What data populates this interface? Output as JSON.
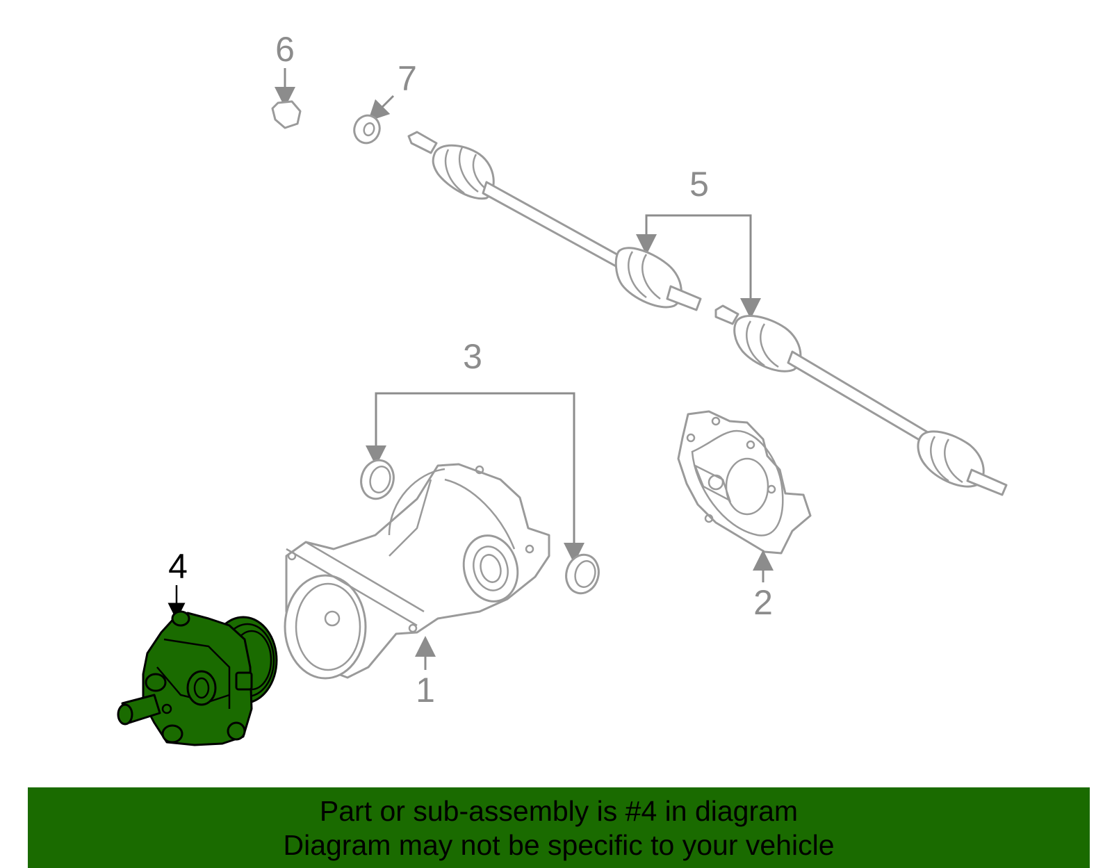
{
  "diagram": {
    "callouts": {
      "c1": "1",
      "c2": "2",
      "c3": "3",
      "c4": "4",
      "c5": "5",
      "c6": "6",
      "c7": "7"
    },
    "highlighted_part": "4",
    "colors": {
      "highlight_fill": "#1a6b00",
      "highlight_outline": "#000000",
      "part_outline": "#9a9a9a",
      "leader_line": "#8c8c8c"
    }
  },
  "footer": {
    "line1": "Part or sub-assembly is #4 in diagram",
    "line2": "Diagram may not be specific to your vehicle",
    "background_color": "#1a6b00"
  }
}
